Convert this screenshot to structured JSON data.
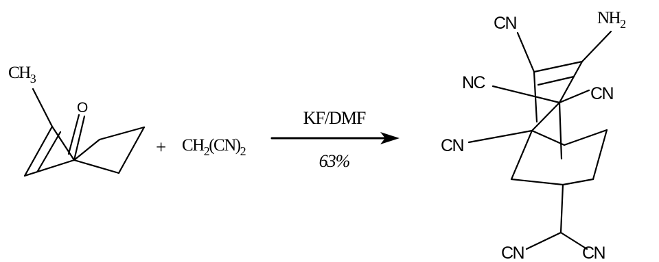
{
  "reactant": {
    "methyl": {
      "main": "CH",
      "sub": "3"
    },
    "oxygen": "O"
  },
  "plus": "+",
  "reagent": {
    "p1": "CH",
    "s1": "2",
    "p2": "(CN)",
    "s2": "2"
  },
  "conditions": {
    "reagents": "KF/DMF",
    "yield": "63%"
  },
  "product": {
    "cn": "CN",
    "nc": "NC",
    "amine": {
      "main": "NH",
      "sub": "2"
    }
  }
}
